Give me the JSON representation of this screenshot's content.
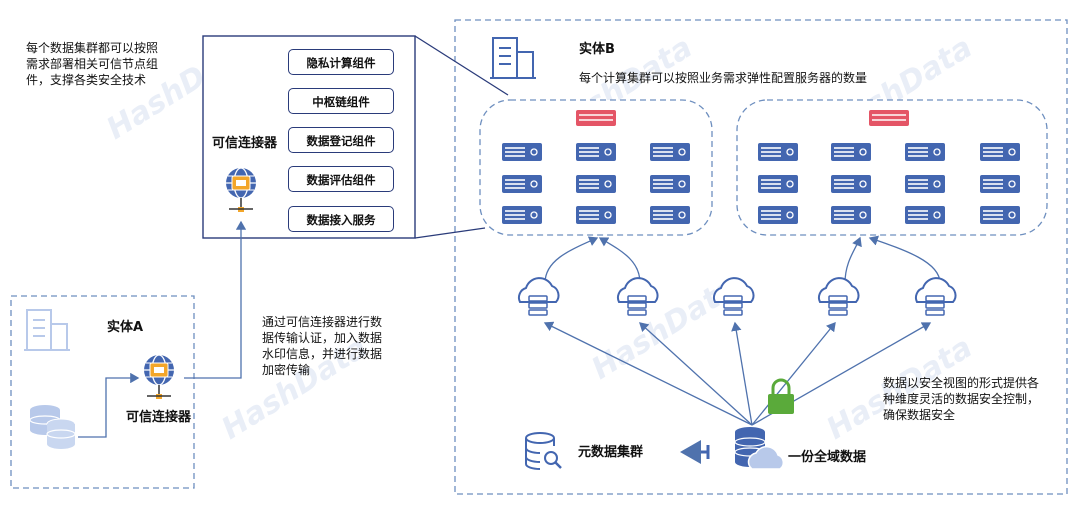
{
  "colors": {
    "dashed_border": "#6e8fbf",
    "arrow": "#4f72ad",
    "server_blue": "#4366b0",
    "server_red": "#e45566",
    "lock_green": "#5aaa3a",
    "icon_light": "#b8c9ea"
  },
  "watermark": "HashData",
  "left_note": "每个数据集群都可以按照\n需求部署相关可信节点组\n件，支撑各类安全技术",
  "connector_panel": {
    "label": "可信连接器",
    "components": [
      "隐私计算组件",
      "中枢链组件",
      "数据登记组件",
      "数据评估组件",
      "数据接入服务"
    ]
  },
  "entity_a": {
    "title": "实体A",
    "connector_label": "可信连接器"
  },
  "transfer_note": "通过可信连接器进行数\n据传输认证，加入数据\n水印信息，并进行数据\n加密传输",
  "entity_b": {
    "title": "实体B",
    "subtitle": "每个计算集群可以按照业务需求弹性配置服务器的数量"
  },
  "security_note": "数据以安全视图的形式提供各\n种维度灵活的数据安全控制，\n确保数据安全",
  "metadata_cluster_label": "元数据集群",
  "global_data_label": "一份全域数据",
  "icons": [
    "building-icon",
    "database-icon",
    "connector-globe-icon",
    "server-icon",
    "cloud-server-icon",
    "lock-icon",
    "metadata-search-icon",
    "cloud-database-icon"
  ]
}
